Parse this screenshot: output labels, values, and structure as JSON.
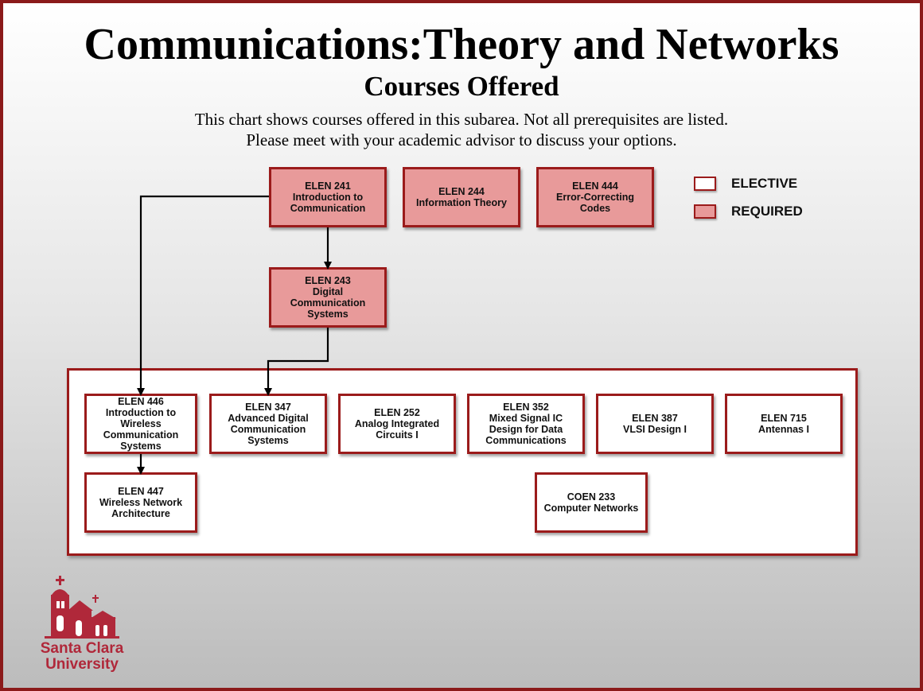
{
  "header": {
    "title": "Communications:Theory and Networks",
    "subtitle": "Courses Offered",
    "note_line_1": "This chart shows courses offered in this subarea. Not all prerequisites are listed.",
    "note_line_2": "Please meet with your academic advisor to discuss your options."
  },
  "legend": {
    "elective_label": "ELECTIVE",
    "required_label": "REQUIRED",
    "elective_color": "#ffffff",
    "required_color": "#e89a9a"
  },
  "colors": {
    "border": "#9b1b1b",
    "required_fill": "#e89a9a",
    "elective_fill": "#ffffff",
    "logo": "#b0283a"
  },
  "required_courses": {
    "elen241": {
      "code": "ELEN 241",
      "name": "Introduction to Communication"
    },
    "elen244": {
      "code": "ELEN 244",
      "name": "Information Theory"
    },
    "elen444": {
      "code": "ELEN 444",
      "name": "Error-Correcting Codes"
    },
    "elen243": {
      "code": "ELEN 243",
      "name": "Digital Communication Systems"
    }
  },
  "elective_courses": {
    "elen446": {
      "code": "ELEN 446",
      "name": "Introduction to Wireless Communication Systems"
    },
    "elen347": {
      "code": "ELEN 347",
      "name": "Advanced Digital Communication Systems"
    },
    "elen252": {
      "code": "ELEN 252",
      "name": "Analog Integrated Circuits I"
    },
    "elen352": {
      "code": "ELEN 352",
      "name": "Mixed Signal IC Design for Data Communications"
    },
    "elen387": {
      "code": "ELEN 387",
      "name": "VLSI Design I"
    },
    "elen715": {
      "code": "ELEN 715",
      "name": "Antennas I"
    },
    "elen447": {
      "code": "ELEN 447",
      "name": "Wireless Network Architecture"
    },
    "coen233": {
      "code": "COEN 233",
      "name": "Computer Networks"
    }
  },
  "logo": {
    "line_1": "Santa Clara",
    "line_2": "University",
    "icon": "mission-church-icon"
  }
}
